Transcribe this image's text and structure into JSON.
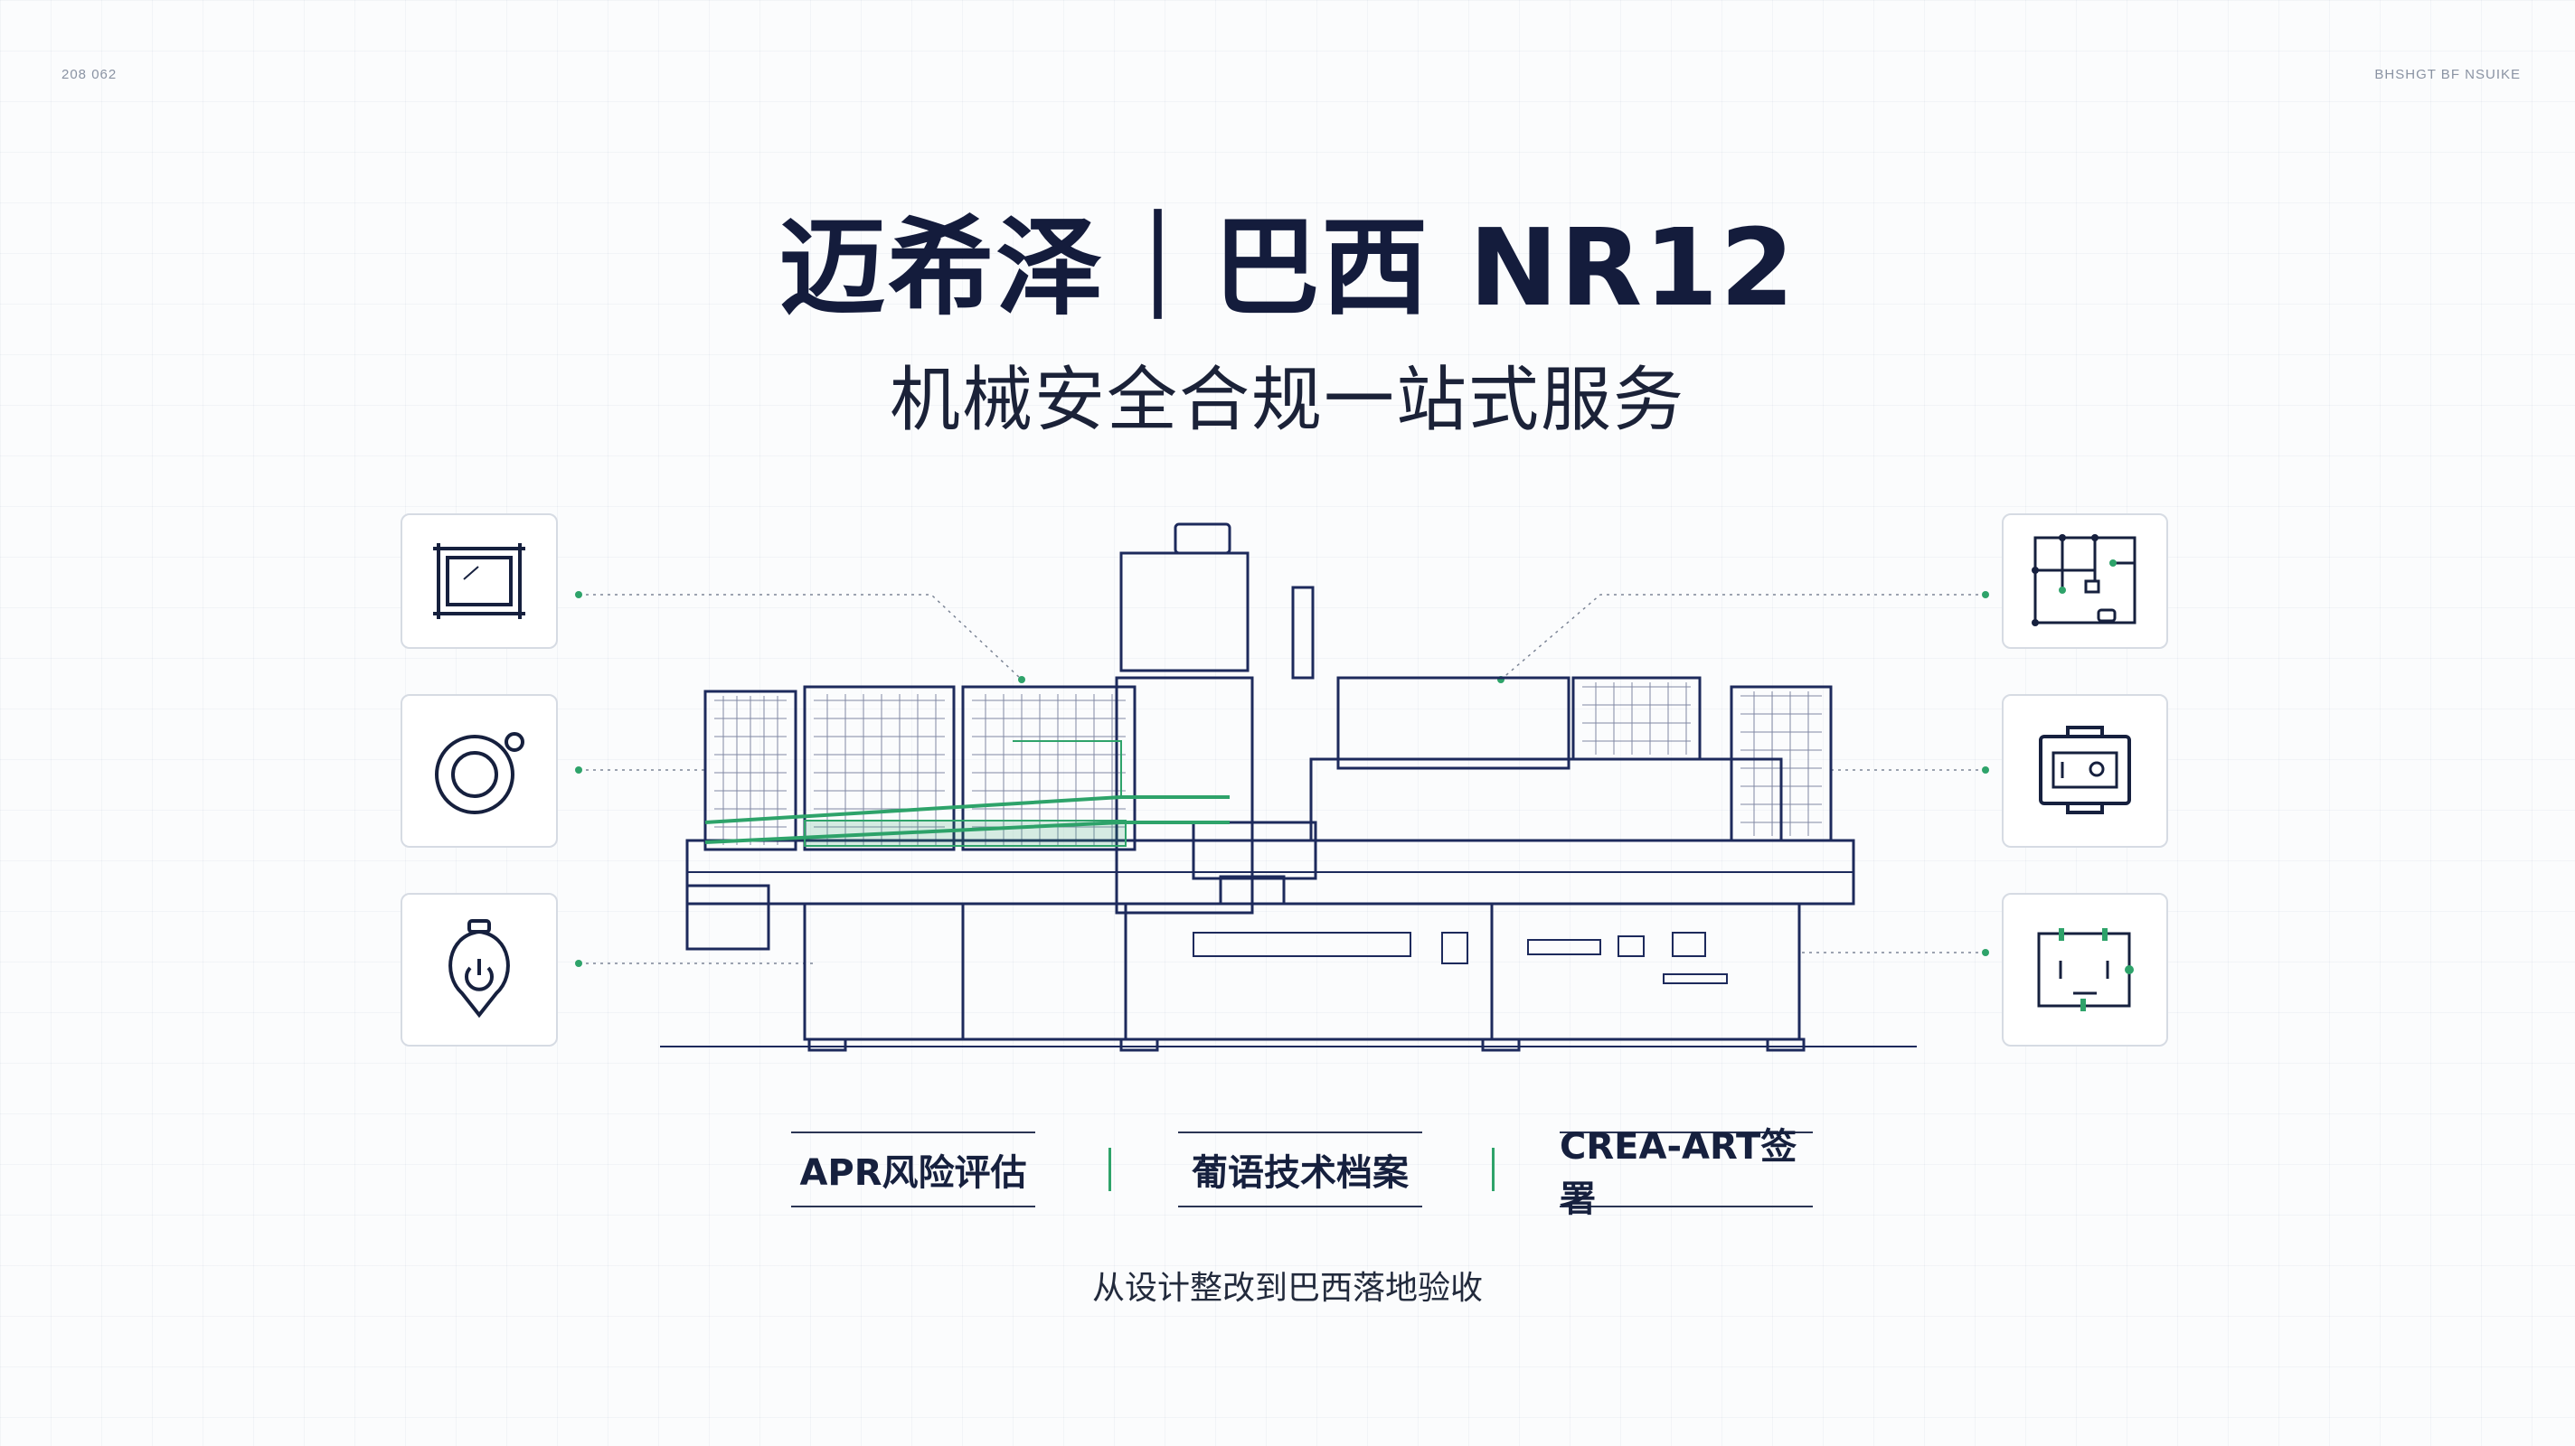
{
  "header": {
    "corner_left": "208 062",
    "corner_right": "BHSHGT BF NSUIKE",
    "title": "迈希泽｜巴西 NR12",
    "subtitle": "机械安全合规一站式服务"
  },
  "icons": {
    "left": [
      "guard-window-icon",
      "emergency-button-icon",
      "power-lockout-icon"
    ],
    "right": [
      "circuit-diagram-icon",
      "control-panel-icon",
      "wiring-schematic-icon"
    ]
  },
  "services": {
    "items": [
      "APR风险评估",
      "葡语技术档案",
      "CREA-ART签署"
    ]
  },
  "footer": {
    "tagline": "从设计整改到巴西落地验收"
  },
  "colors": {
    "navy": "#16203e",
    "accent_green": "#2ea36a",
    "border": "#d6dbe3"
  }
}
